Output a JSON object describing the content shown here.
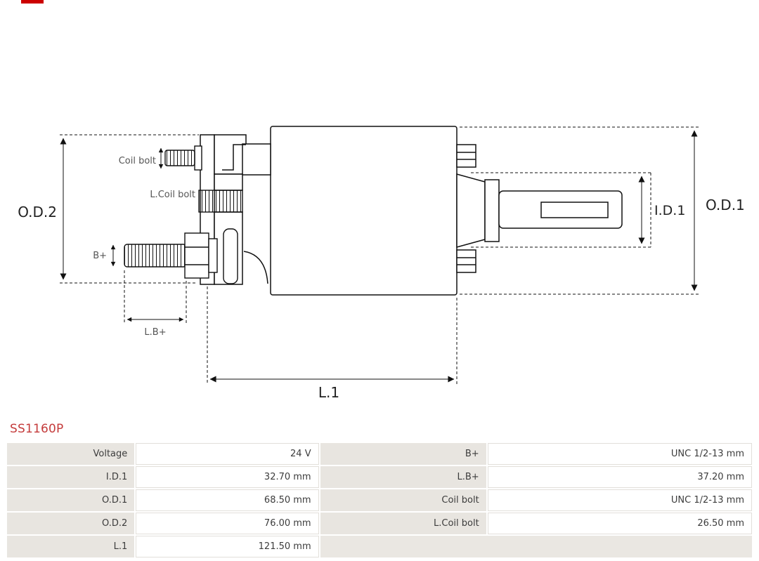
{
  "page": {
    "part_number": "SS1160P",
    "colors": {
      "part_number_red": "#c43b3b",
      "logo_fragment_red": "#cc0000",
      "table_label_bg": "#e8e5e0",
      "diagram_line": "#111111"
    }
  },
  "diagram": {
    "labels": {
      "od2": "O.D.2",
      "od1": "O.D.1",
      "id1": "I.D.1",
      "l1": "L.1",
      "coil_bolt": "Coil bolt",
      "l_coil_bolt": "L.Coil bolt",
      "b_plus": "B+",
      "l_b_plus": "L.B+"
    }
  },
  "spec_table": {
    "rows": [
      [
        {
          "label": "Voltage",
          "value": "24 V"
        },
        {
          "label": "B+",
          "value": "UNC 1/2-13 mm"
        }
      ],
      [
        {
          "label": "I.D.1",
          "value": "32.70 mm"
        },
        {
          "label": "L.B+",
          "value": "37.20 mm"
        }
      ],
      [
        {
          "label": "O.D.1",
          "value": "68.50 mm"
        },
        {
          "label": "Coil bolt",
          "value": "UNC 1/2-13 mm"
        }
      ],
      [
        {
          "label": "O.D.2",
          "value": "76.00 mm"
        },
        {
          "label": "L.Coil bolt",
          "value": "26.50 mm"
        }
      ],
      [
        {
          "label": "L.1",
          "value": "121.50 mm"
        },
        {
          "label": "",
          "value": ""
        }
      ]
    ]
  }
}
